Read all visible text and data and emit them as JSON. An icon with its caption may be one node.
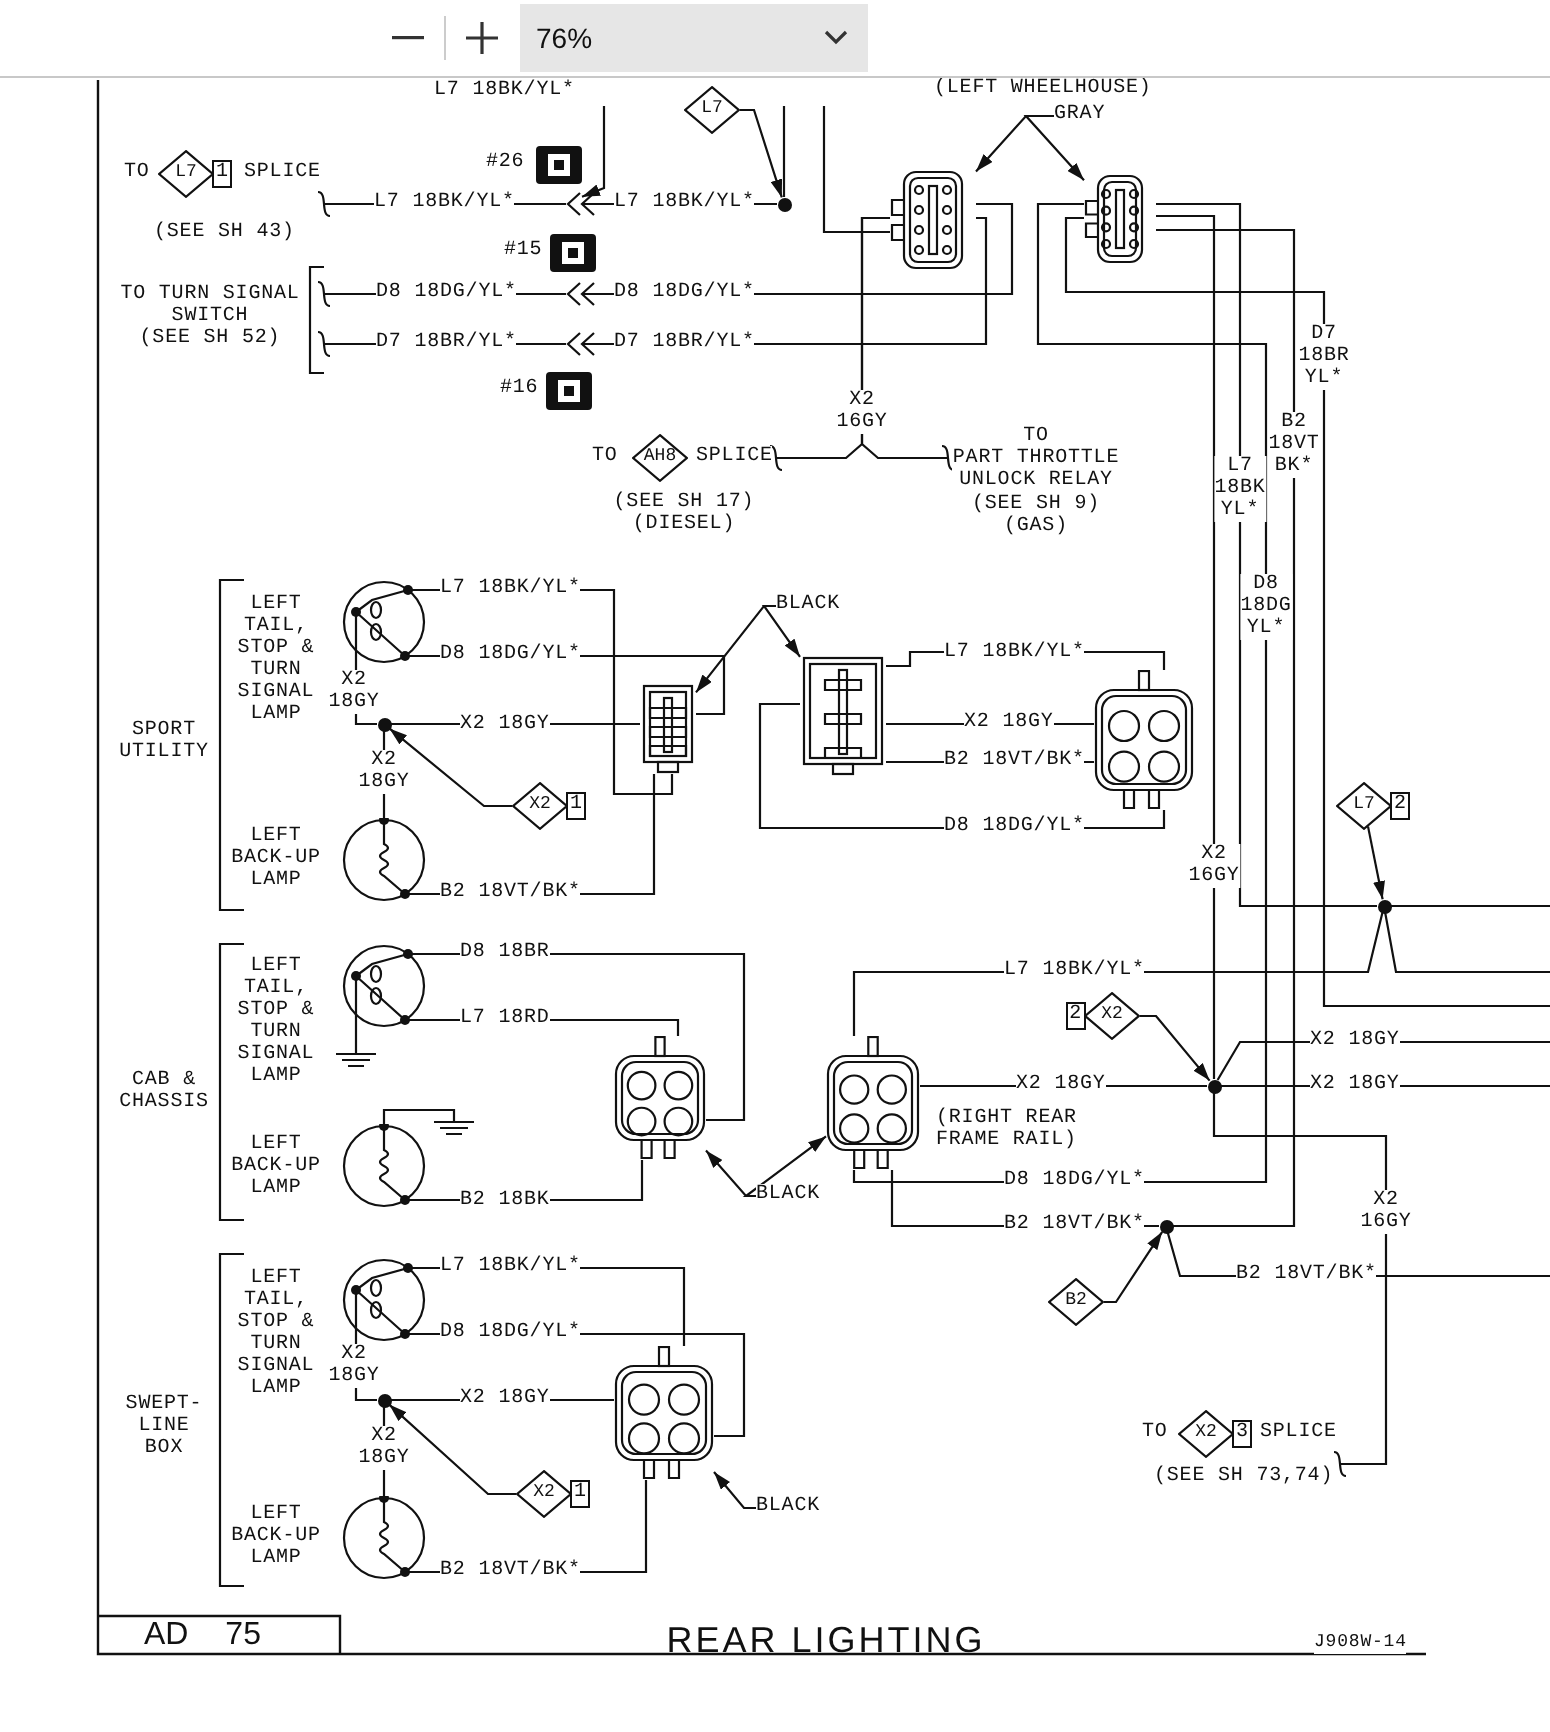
{
  "diagram": {
    "title": "REAR LIGHTING",
    "nodes": [
      {
        "text": [
          "TO",
          "SPLICE",
          "(SEE SH 43)"
        ]
      },
      {
        "text": [
          "TO TURN SIGNAL SWITCH",
          "(SEE SH 52)"
        ]
      },
      {
        "text": [
          "TO",
          "SPLICE",
          "(SEE SH 17) (DIESEL)"
        ]
      },
      {
        "text": [
          "TO",
          "PART THROTTLE UNLOCK RELAY",
          "(SEE SH 9)",
          "(GAS)"
        ]
      },
      {
        "text": [
          "TO",
          "SPLICE",
          "(SEE SH 73,74)"
        ]
      },
      {
        "text": [
          "L7"
        ]
      },
      {
        "text": [
          "L7"
        ],
        "beside": [
          "1"
        ],
        "in": 0
      },
      {
        "text": [
          "GRAY"
        ]
      },
      {
        "text": [],
        "shape": "box"
      },
      {
        "text": [],
        "shape": "box"
      },
      {
        "text": [
          "AH8"
        ],
        "in": 2
      },
      {
        "text": [
          "BLACK"
        ]
      },
      {
        "text": [],
        "shape": "box"
      },
      {
        "text": [],
        "shape": "box"
      },
      {
        "text": [],
        "shape": "box"
      },
      {
        "text": [
          "X2"
        ],
        "beside": [
          "1"
        ]
      },
      {
        "text": [
          "L7"
        ],
        "beside": [
          "2"
        ]
      },
      {
        "text": [
          "X2"
        ],
        "beside": [
          "2"
        ]
      },
      {
        "text": [],
        "shape": "box"
      },
      {
        "text": [],
        "shape": "box"
      },
      {
        "text": [
          "BLACK"
        ]
      },
      {
        "text": [
          "B2"
        ]
      },
      {
        "text": [
          "X2"
        ],
        "beside": [
          "3"
        ],
        "in": 4
      },
      {
        "text": [],
        "shape": "box"
      },
      {
        "text": [
          "X2"
        ],
        "beside": [
          "1"
        ]
      },
      {
        "text": [
          "BLACK"
        ]
      },
      {
        "text": [],
        "shape": "circle"
      },
      {
        "text": [],
        "shape": "circle"
      },
      {
        "text": [],
        "shape": "circle"
      },
      {
        "text": [],
        "shape": "circle"
      },
      {
        "text": [],
        "shape": "circle"
      },
      {
        "text": [],
        "shape": "circle"
      },
      {
        "text": [],
        "shape": "circle"
      },
      {
        "text": [],
        "shape": "circle"
      },
      {
        "text": [],
        "shape": "circle"
      },
      {
        "text": [],
        "shape": "circle"
      },
      {
        "text": [],
        "shape": "circle"
      },
      {
        "text": [],
        "shape": "circle"
      },
      {
        "text": [],
        "shape": "chevron"
      },
      {
        "text": [],
        "shape": "chevron"
      },
      {
        "text": [],
        "shape": "chevron"
      },
      {
        "text": [
          "(RIGHT REAR FRAME RAIL)"
        ]
      }
    ],
    "edges": [
      {
        "from": 5,
        "to": 26,
        "arrow": "to"
      },
      {
        "from": 7,
        "to": 8,
        "arrow": "to"
      },
      {
        "from": 7,
        "to": 9,
        "arrow": "to"
      },
      {
        "from": 11,
        "to": 12,
        "arrow": "to"
      },
      {
        "from": 11,
        "to": 13,
        "arrow": "to"
      },
      {
        "from": 15,
        "to": 27,
        "arrow": "to"
      },
      {
        "from": 16,
        "to": 28,
        "arrow": "to"
      },
      {
        "from": 20,
        "to": 18,
        "arrow": "to"
      },
      {
        "from": 20,
        "to": 19,
        "arrow": "to"
      },
      {
        "from": 17,
        "to": 29,
        "arrow": "to"
      },
      {
        "from": 21,
        "to": 30,
        "arrow": "to"
      },
      {
        "from": 24,
        "to": 31,
        "arrow": "to"
      },
      {
        "from": 25,
        "to": 23,
        "arrow": "to"
      },
      {
        "from": null,
        "to": 26,
        "arrow": "none"
      },
      {
        "from": null,
        "to": 8,
        "arrow": "none"
      },
      {
        "from": 26,
        "to": 38,
        "arrow": "to"
      },
      {
        "from": 8,
        "to": 39,
        "arrow": "to"
      },
      {
        "from": 8,
        "to": 40,
        "arrow": "to"
      },
      {
        "from": 8,
        "to": 2,
        "arrow": "other"
      },
      {
        "from": 8,
        "to": 3,
        "arrow": "other"
      },
      {
        "from": 9,
        "to": 19,
        "arrow": "none"
      },
      {
        "from": 9,
        "to": null,
        "arrow": "none"
      },
      {
        "from": 9,
        "to": 28,
        "arrow": "none"
      },
      {
        "from": 28,
        "to": null,
        "arrow": "none"
      },
      {
        "from": 9,
        "to": 29,
        "arrow": "none"
      },
      {
        "from": 29,
        "to": 4,
        "arrow": "other"
      },
      {
        "from": 19,
        "to": 29,
        "arrow": "none"
      },
      {
        "from": 29,
        "to": null,
        "arrow": "none"
      },
      {
        "from": 29,
        "to": null,
        "arrow": "none"
      },
      {
        "from": 9,
        "to": 30,
        "arrow": "none"
      },
      {
        "from": 30,
        "to": 19,
        "arrow": "none"
      },
      {
        "from": 30,
        "to": null,
        "arrow": "none"
      },
      {
        "from": 19,
        "to": 28,
        "arrow": "none"
      },
      {
        "from": 28,
        "to": null,
        "arrow": "none"
      },
      {
        "from": 32,
        "to": 27,
        "arrow": "none"
      },
      {
        "from": 27,
        "to": 33,
        "arrow": "none"
      },
      {
        "from": 32,
        "to": 12,
        "arrow": "none"
      },
      {
        "from": 32,
        "to": 12,
        "arrow": "none"
      },
      {
        "from": 27,
        "to": 12,
        "arrow": "none"
      },
      {
        "from": 33,
        "to": 12,
        "arrow": "none"
      },
      {
        "from": 13,
        "to": 14,
        "arrow": "none"
      },
      {
        "from": 13,
        "to": 14,
        "arrow": "none"
      },
      {
        "from": 13,
        "to": 14,
        "arrow": "none"
      },
      {
        "from": 13,
        "to": 14,
        "arrow": "none"
      },
      {
        "from": 34,
        "to": 18,
        "arrow": "none"
      },
      {
        "from": 34,
        "to": 18,
        "arrow": "none"
      },
      {
        "from": 35,
        "to": 18,
        "arrow": "none"
      },
      {
        "from": 36,
        "to": 31,
        "arrow": "none"
      },
      {
        "from": 31,
        "to": 37,
        "arrow": "none"
      },
      {
        "from": 36,
        "to": 23,
        "arrow": "none"
      },
      {
        "from": 36,
        "to": 23,
        "arrow": "none"
      },
      {
        "from": 31,
        "to": 23,
        "arrow": "none"
      },
      {
        "from": 37,
        "to": 23,
        "arrow": "none"
      },
      {
        "from": 0,
        "to": 38,
        "arrow": "other"
      },
      {
        "from": 1,
        "to": 39,
        "arrow": "other"
      },
      {
        "from": 1,
        "to": 40,
        "arrow": "other"
      },
      {
        "from": null,
        "to": 38,
        "arrow": "to"
      }
    ],
    "labels": [
      "76%",
      "L7 18BK/YL*",
      "(LEFT WHEELHOUSE)",
      "#26",
      "L7 18BK/YL*",
      "L7 18BK/YL*",
      "#15",
      "D8 18DG/YL*",
      "D8 18DG/YL*",
      "D7 18BR/YL*",
      "D7 18BR/YL*",
      "#16",
      "X2 16GY",
      "D7 18BR YL*",
      "B2 18VT BK*",
      "L7 18BK YL*",
      "D8 18DG YL*",
      "LEFT TAIL, STOP & TURN SIGNAL LAMP",
      "L7 18BK/YL*",
      "D8 18DG/YL*",
      "X2 18GY",
      "SPORT UTILITY",
      "X2 18GY",
      "L7 18BK/YL*",
      "X2 18GY",
      "B2 18VT/BK*",
      "X2 18GY",
      "D8 18DG/YL*",
      "LEFT BACK-UP LAMP",
      "B2 18VT/BK*",
      "X2 16GY",
      "LEFT TAIL, STOP & TURN SIGNAL LAMP",
      "D8 18BR",
      "L7 18RD",
      "L7 18BK/YL*",
      "X2 18GY",
      "CAB & CHASSIS",
      "X2 18GY",
      "X2 18GY",
      "LEFT BACK-UP LAMP",
      "D8 18DG/YL*",
      "X2 16GY",
      "B2 18BK",
      "B2 18VT/BK*",
      "B2 18VT/BK*",
      "LEFT TAIL, STOP & TURN SIGNAL LAMP",
      "L7 18BK/YL*",
      "D8 18DG/YL*",
      "X2 18GY",
      "X2 18GY",
      "SWEPT-LINE BOX",
      "X2 18GY",
      "LEFT BACK-UP LAMP",
      "B2 18VT/BK*",
      "AD 75",
      "J908W-14"
    ]
  }
}
